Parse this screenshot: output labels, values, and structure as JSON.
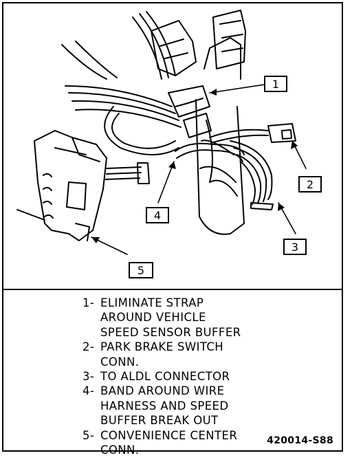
{
  "callouts": [
    "1",
    "2",
    "3",
    "4",
    "5"
  ],
  "legend": [
    {
      "num": "1-",
      "lines": [
        "ELIMINATE STRAP",
        "AROUND VEHICLE",
        "SPEED SENSOR BUFFER"
      ]
    },
    {
      "num": "2-",
      "lines": [
        "PARK BRAKE SWITCH",
        "CONN."
      ]
    },
    {
      "num": "3-",
      "lines": [
        "TO ALDL CONNECTOR"
      ]
    },
    {
      "num": "4-",
      "lines": [
        "BAND AROUND WIRE",
        "HARNESS AND SPEED",
        "BUFFER BREAK OUT"
      ]
    },
    {
      "num": "5-",
      "lines": [
        "CONVENIENCE CENTER",
        "CONN."
      ]
    }
  ],
  "figure_code": "420014-S88"
}
